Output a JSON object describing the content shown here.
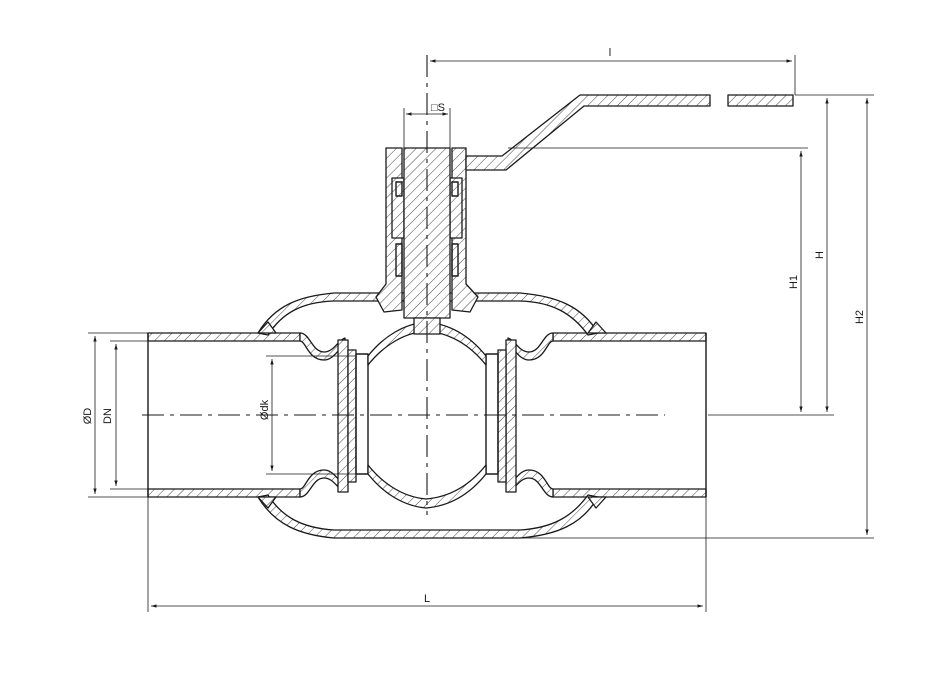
{
  "dimensions": {
    "l": "l",
    "s": "□S",
    "h": "H",
    "h1": "H1",
    "h2": "H2",
    "od": "ØD",
    "dn": "DN",
    "odk": "Ødk",
    "L": "L"
  },
  "colors": {
    "line": "#1a1a1a",
    "background": "#ffffff"
  }
}
